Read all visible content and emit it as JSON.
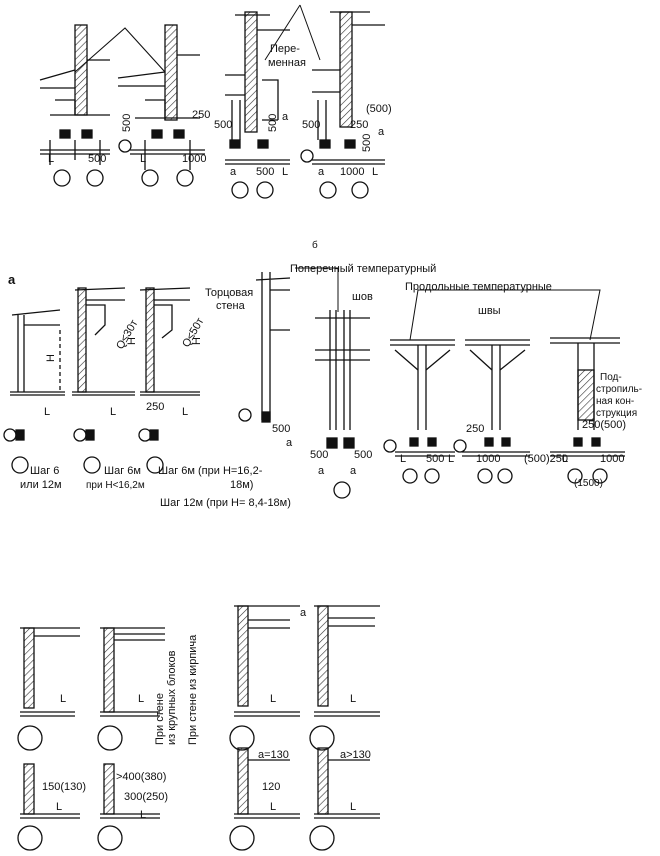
{
  "page": {
    "ink": "#111111",
    "hatch": "#555555",
    "paper": "#ffffff"
  },
  "section_top": {
    "variable": [
      "Пере-",
      "менная"
    ],
    "dims": {
      "d500": "500",
      "d250": "250",
      "d500_par": "(500)",
      "d1000": "1000",
      "a": "a",
      "L": "L"
    }
  },
  "section_mid": {
    "label_a": "а",
    "label_b": "б",
    "end_wall": [
      "Торцовая",
      "стена"
    ],
    "transverse_seam": [
      "Поперечный температурный",
      "шов"
    ],
    "long_seams": [
      "Продольные температурные",
      "швы"
    ],
    "rafter": [
      "Под-",
      "стропиль-",
      "ная кон-",
      "струкция"
    ],
    "H": "H",
    "L": "L",
    "a": "a",
    "q30": "Q≤30т",
    "q50": "Q≤50т",
    "d250": "250",
    "d500": "500",
    "d1000": "1000",
    "d250_500": "250(500)",
    "d500par_250": "(500)250",
    "d1500": "(1500)",
    "step1": [
      "Шаг 6",
      "или 12м"
    ],
    "step2": [
      "Шаг 6м",
      "при H<16,2м"
    ],
    "step3": [
      "Шаг 6м (при H=16,2-",
      "18м)"
    ],
    "step4": "Шаг 12м (при H= 8,4-18м)"
  },
  "section_bot": {
    "blocks_label": [
      "При стене",
      "из крупных блоков"
    ],
    "brick_label": "При стене из кирпича",
    "d150": "150(130)",
    "d300": "300(250)",
    "d400": ">400(380)",
    "a130": "a=130",
    "a_gt130": "a>130",
    "d120": "120",
    "L": "L",
    "a": "a"
  }
}
